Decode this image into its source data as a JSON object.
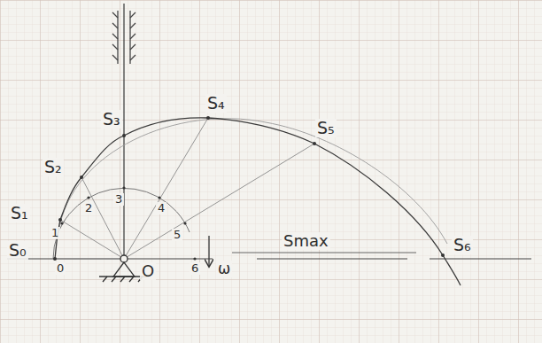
{
  "diagram": {
    "labels": [
      "S₀",
      "0",
      "S₁",
      "1",
      "S₂",
      "2",
      "S₃",
      "3",
      "S₄",
      "4",
      "S₅",
      "5",
      "6",
      "O",
      "ω",
      "Smax",
      "S₆"
    ]
  }
}
